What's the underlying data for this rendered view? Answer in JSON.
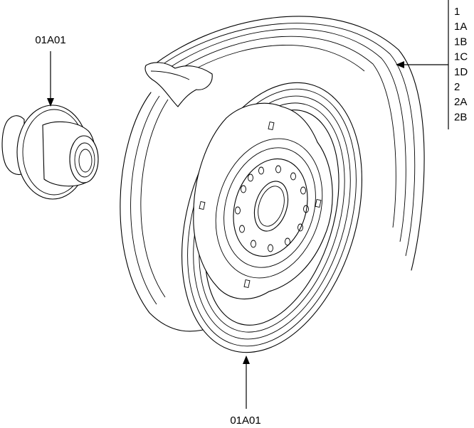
{
  "diagram": {
    "callouts": {
      "hub_label": "01A01",
      "rim_label": "01A01"
    },
    "tire_part_codes": [
      "1",
      "1A",
      "1B",
      "1C",
      "1D",
      "2",
      "2A",
      "2B"
    ],
    "colors": {
      "line": "#000000",
      "background": "#ffffff"
    }
  }
}
